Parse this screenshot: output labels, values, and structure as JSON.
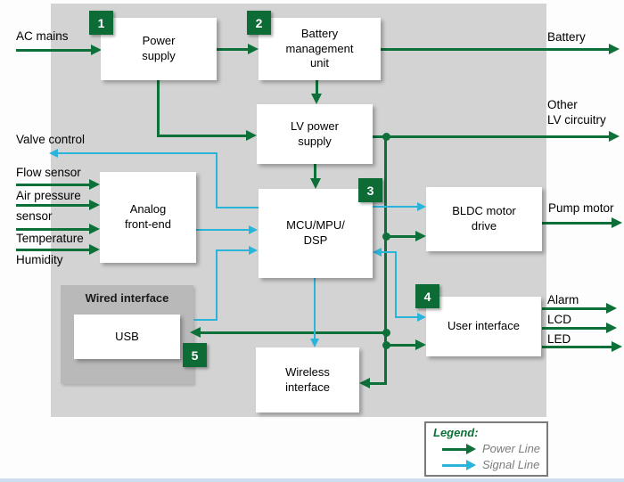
{
  "colors": {
    "power_line": "#0d7038",
    "signal_line": "#29b5d9",
    "badge_bg": "#0d6b36",
    "panel_bg": "#d3d3d3",
    "subpanel_bg": "#b9b9b9",
    "legend_text": "#7c7c7c"
  },
  "panels": {
    "wired_interface": {
      "label": "Wired interface"
    }
  },
  "blocks": {
    "power_supply": {
      "label": "Power\nsupply",
      "badge": "1"
    },
    "battery_management": {
      "label": "Battery\nmanagement\nunit",
      "badge": "2"
    },
    "lv_power_supply": {
      "label": "LV power\nsupply"
    },
    "analog_front_end": {
      "label": "Analog\nfront-end"
    },
    "mcu": {
      "label": "MCU/MPU/\nDSP",
      "badge": "3"
    },
    "bldc": {
      "label": "BLDC motor\ndrive"
    },
    "user_interface": {
      "label": "User interface",
      "badge": "4"
    },
    "wireless_interface": {
      "label": "Wireless\ninterface"
    },
    "usb": {
      "label": "USB",
      "badge": "5"
    }
  },
  "external_labels": {
    "ac_mains": "AC mains",
    "battery": "Battery",
    "other_lv": "Other\nLV circuitry",
    "valve_control": "Valve control",
    "flow_sensor": "Flow sensor",
    "air_pressure": "Air pressure\nsensor",
    "temperature": "Temperature",
    "humidity": "Humidity",
    "pump_motor": "Pump motor",
    "alarm": "Alarm",
    "lcd": "LCD",
    "led": "LED"
  },
  "legend": {
    "title": "Legend:",
    "power": "Power Line",
    "signal": "Signal Line"
  },
  "connections": [
    {
      "from": "AC mains",
      "to": "Power supply",
      "type": "power"
    },
    {
      "from": "Power supply",
      "to": "Battery management unit",
      "type": "power"
    },
    {
      "from": "Battery management unit",
      "to": "Battery",
      "type": "power"
    },
    {
      "from": "Battery management unit",
      "to": "LV power supply",
      "type": "power"
    },
    {
      "from": "Power supply",
      "to": "LV power supply",
      "type": "power"
    },
    {
      "from": "LV power supply",
      "to": "Other LV circuitry",
      "type": "power"
    },
    {
      "from": "LV power supply",
      "to": "MCU/MPU/DSP",
      "type": "power"
    },
    {
      "from": "LV power supply",
      "to": "BLDC motor drive",
      "type": "power"
    },
    {
      "from": "LV power supply",
      "to": "USB",
      "type": "power"
    },
    {
      "from": "LV power supply",
      "to": "User interface",
      "type": "power"
    },
    {
      "from": "LV power supply",
      "to": "Wireless interface",
      "type": "power"
    },
    {
      "from": "BLDC motor drive",
      "to": "Pump motor",
      "type": "power"
    },
    {
      "from": "User interface",
      "to": "Alarm",
      "type": "power"
    },
    {
      "from": "User interface",
      "to": "LCD",
      "type": "power"
    },
    {
      "from": "User interface",
      "to": "LED",
      "type": "power"
    },
    {
      "from": "Flow sensor",
      "to": "Analog front-end",
      "type": "power"
    },
    {
      "from": "Air pressure sensor",
      "to": "Analog front-end",
      "type": "power"
    },
    {
      "from": "Temperature",
      "to": "Analog front-end",
      "type": "power"
    },
    {
      "from": "Humidity",
      "to": "Analog front-end",
      "type": "power"
    },
    {
      "from": "MCU/MPU/DSP",
      "to": "Valve control",
      "type": "signal"
    },
    {
      "from": "Analog front-end",
      "to": "MCU/MPU/DSP",
      "type": "signal"
    },
    {
      "from": "USB",
      "to": "MCU/MPU/DSP",
      "type": "signal"
    },
    {
      "from": "MCU/MPU/DSP",
      "to": "BLDC motor drive",
      "type": "signal"
    },
    {
      "from": "MCU/MPU/DSP",
      "to": "User interface",
      "type": "signal",
      "bidirectional": true
    },
    {
      "from": "MCU/MPU/DSP",
      "to": "Wireless interface",
      "type": "signal"
    }
  ]
}
